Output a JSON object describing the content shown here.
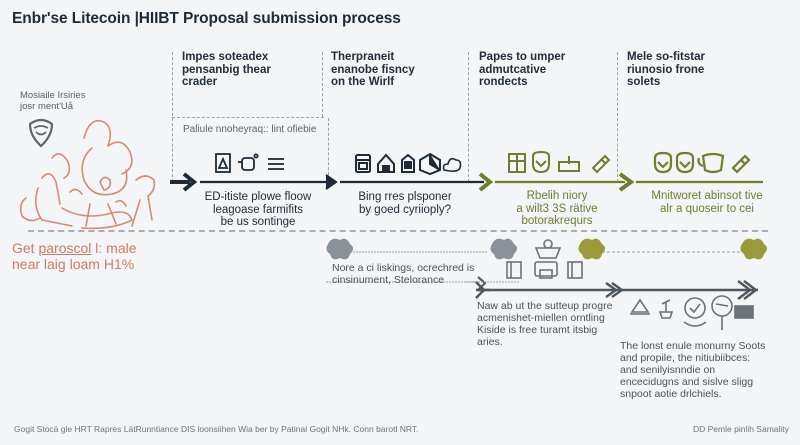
{
  "title": "Enbr'se Litecoin |HIIBT Proposal submission process",
  "side_note": {
    "line1": "Mosiaile Irsiries",
    "line2": "josr ment'Uå"
  },
  "stages": [
    {
      "heading": [
        "Impes soteadex",
        "pensanbig thear",
        "crader"
      ],
      "icons": [
        "document-icon",
        "robot-icon",
        "menu-icon"
      ],
      "caption": [
        "ED-itiste plowe floow",
        "leagoase farmifits",
        "be us sontinge"
      ],
      "color": "#1f2a36"
    },
    {
      "heading": [
        "Therpraneit",
        "enanobe fisncy",
        "on the Wirlf"
      ],
      "icons": [
        "calendar-icon",
        "house-icon",
        "archive-icon",
        "cube-icon",
        "cloud-icon"
      ],
      "caption": [
        "Bing rres plsponer",
        "by goed cyriioply?"
      ],
      "color": "#1f2a36"
    },
    {
      "heading": [
        "Papes to umper",
        "admutcative",
        "rondects"
      ],
      "icons": [
        "clipboard-icon",
        "shield-check-icon",
        "inbox-icon",
        "pencil-icon"
      ],
      "caption": [
        "Rbelih niory",
        "a wilt3 3S rätive",
        "botorakrequrs"
      ],
      "color": "#6f7d2c"
    },
    {
      "heading": [
        "Mele so-fitstar",
        "riunosio frone",
        "solets"
      ],
      "icons": [
        "badge-check-icon",
        "badge-check-icon",
        "pot-icon",
        "tag-icon"
      ],
      "caption": [
        "Mnitworet abinsot tive",
        "alr a quoseir to cei"
      ],
      "color": "#6f7d2c"
    }
  ],
  "note_stage1": "Paliule nnoheyraq:: lint ofiebie",
  "orange_block": {
    "line1_pre": "Get ",
    "line1_link": "paroscol",
    "line1_post": " l: male",
    "line2": "near laig loam H1%"
  },
  "mid_note": [
    "Nore a ci liskings, ocrechred is",
    "cinsinument, Stelorance"
  ],
  "lower_left_para": [
    "Naw ab ut the sutteup progre",
    "acmenishet-miellen orntling",
    "Kiside is free turamt itsbig",
    "aries."
  ],
  "lower_right_para": [
    "The lonst enule monurny Soots",
    "and propile, the nitiubiibces:",
    "and senilyisnndie on",
    "encecidugns and sislve sligg",
    "snpoot aotie drlchiels."
  ],
  "footer_left": "Gogit Stocä gle HRT Rapres LätRunntiance DIS loonsiihen Wia ber by Patinal Gogit NHk. Conn barotl NRT.",
  "footer_right": "DD Pemle pinlih Samality",
  "colors": {
    "dark": "#1f2a36",
    "olive": "#6f7d2c",
    "orange": "#d07a60",
    "gray": "#8a9096",
    "background": "#f3f5f7"
  }
}
